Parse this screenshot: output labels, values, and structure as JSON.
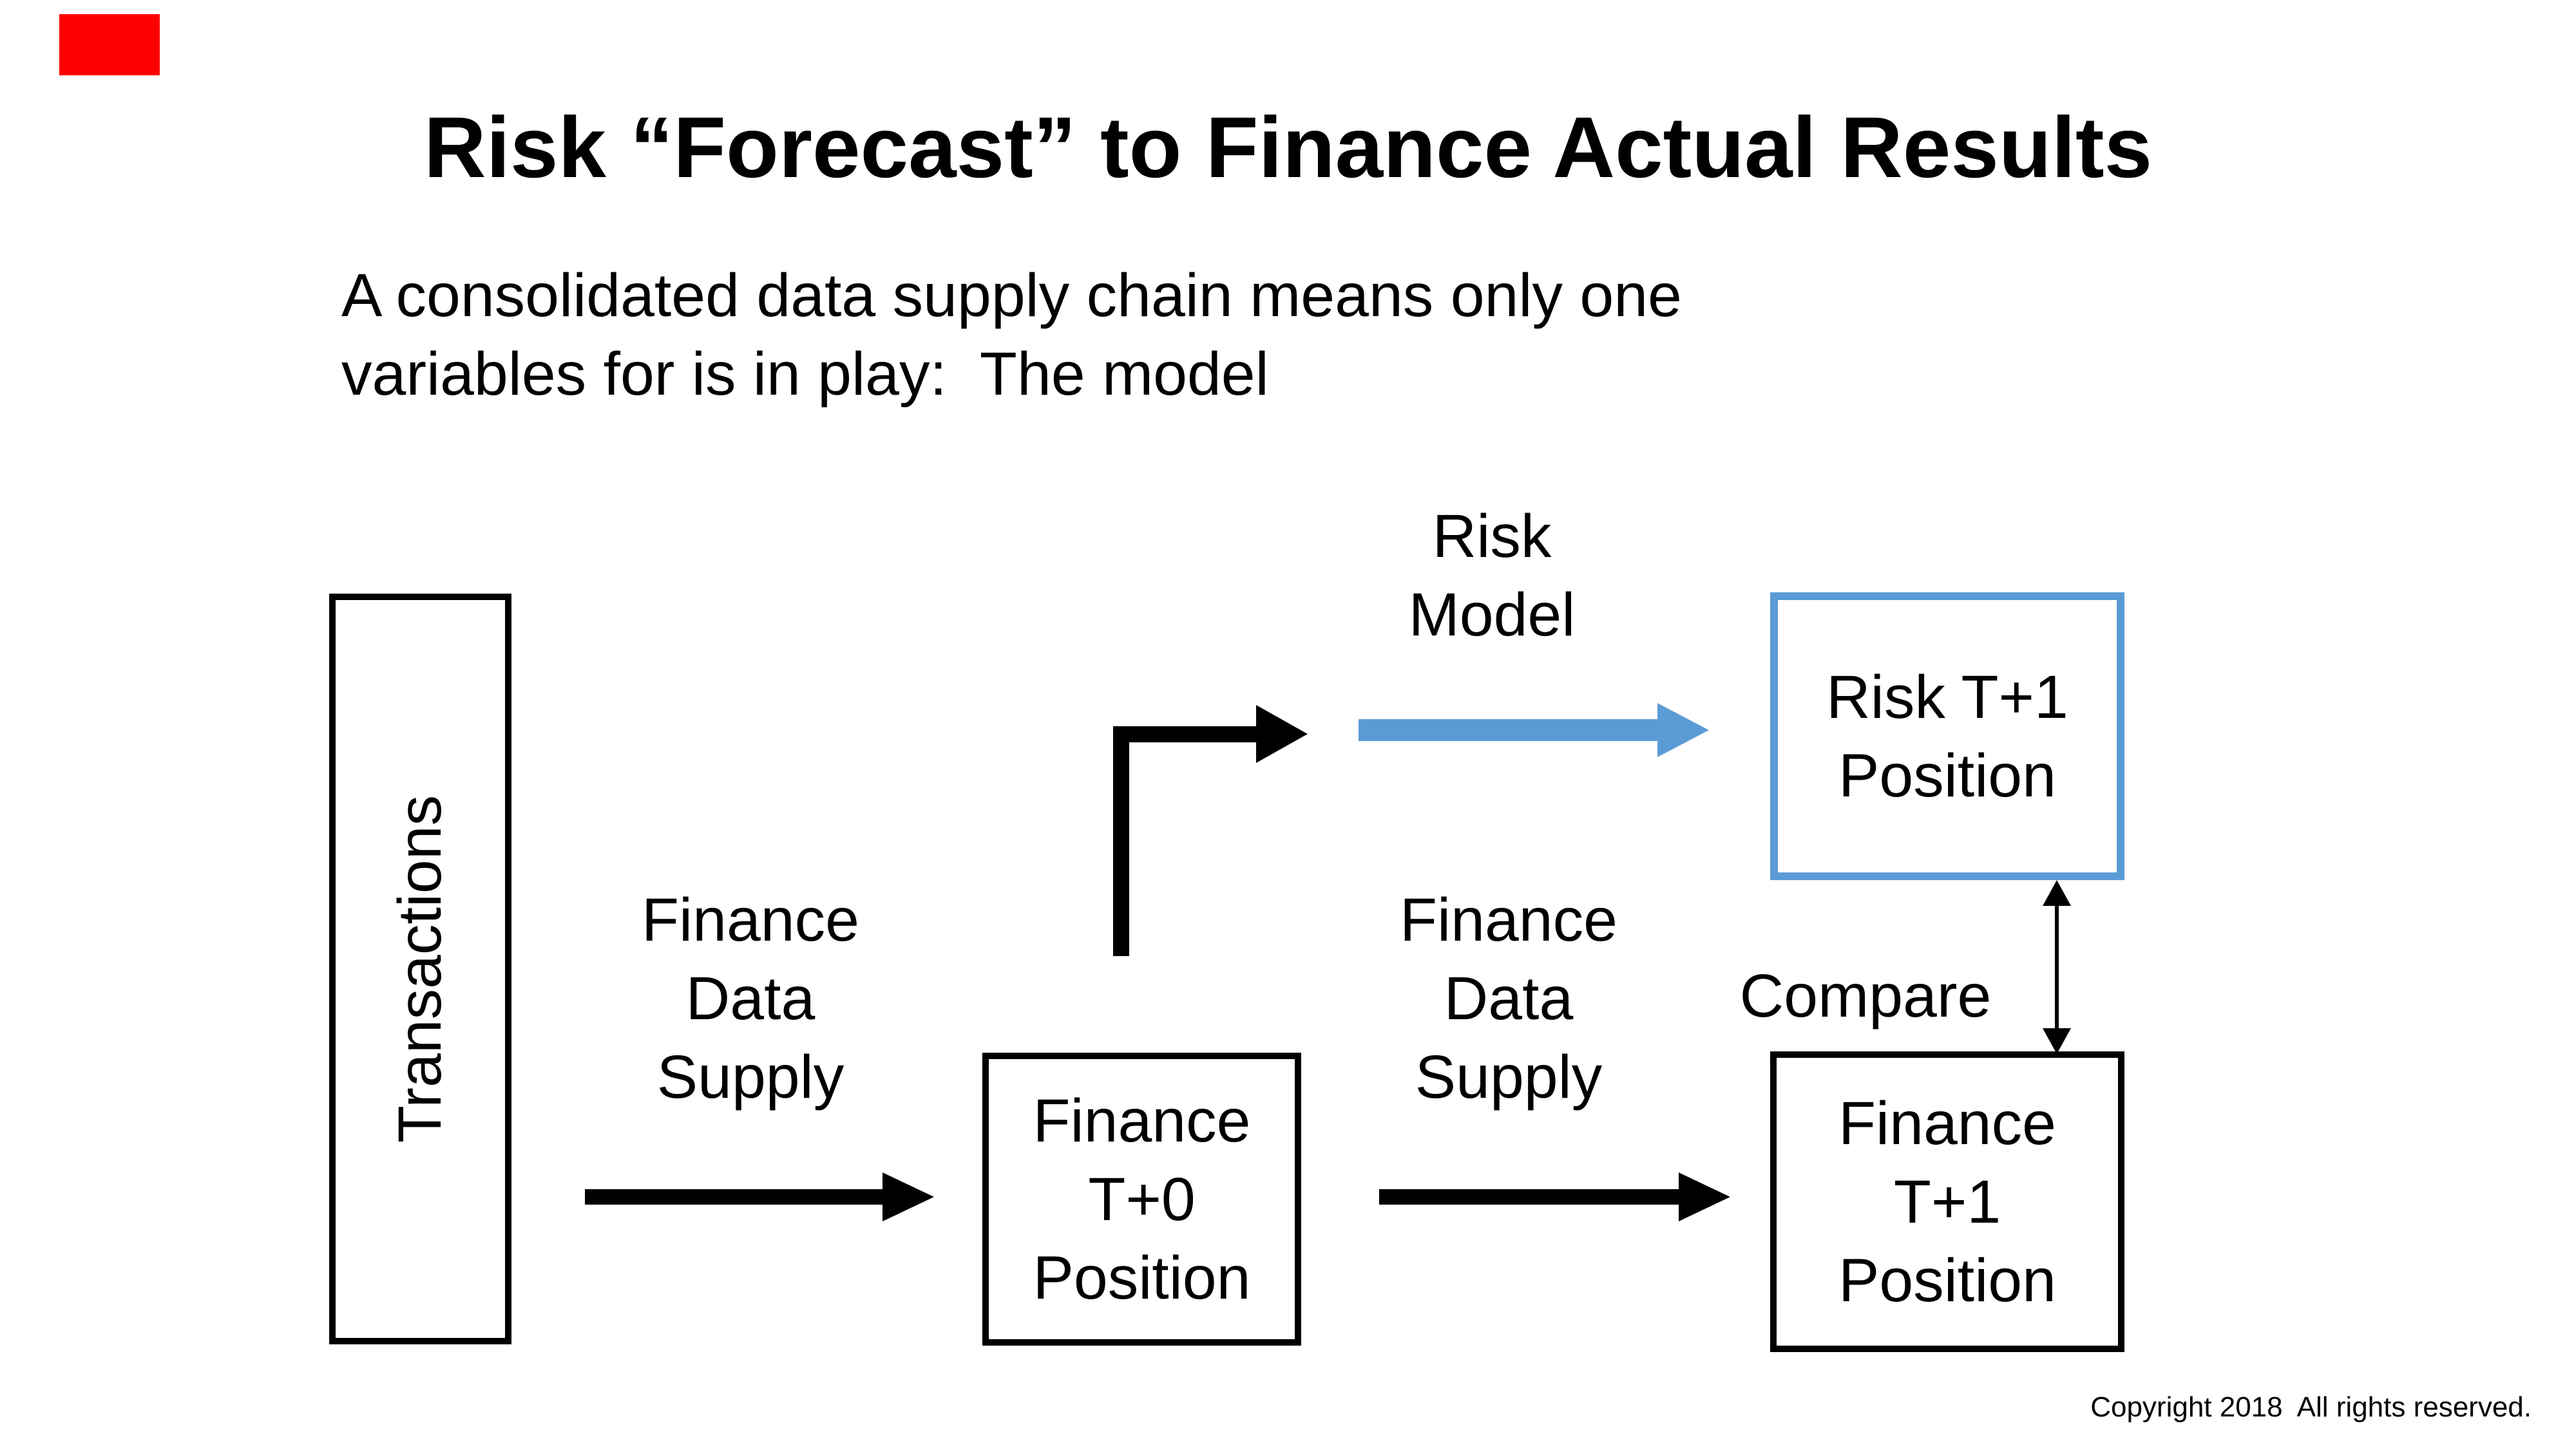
{
  "slide": {
    "title": "Risk “Forecast” to Finance Actual Results",
    "subtitle_line1": "A consolidated data supply chain means only one",
    "subtitle_line2": "variables for is in play:  The model",
    "copyright": "Copyright 2018  All rights reserved."
  },
  "colors": {
    "accent_blue": "#5B9BD5",
    "black": "#000000",
    "marker_red": "#ff0000",
    "background": "#ffffff"
  },
  "diagram": {
    "transactions_box": {
      "label": "Transactions"
    },
    "finance_t0_box": {
      "line1": "Finance",
      "line2": "T+0",
      "line3": "Position"
    },
    "risk_t1_box": {
      "line1": "Risk T+1",
      "line2": "Position"
    },
    "finance_t1_box": {
      "line1": "Finance",
      "line2": "T+1",
      "line3": "Position"
    },
    "risk_model_label": {
      "line1": "Risk",
      "line2": "Model"
    },
    "finance_data_supply_left": {
      "line1": "Finance",
      "line2": "Data",
      "line3": "Supply"
    },
    "finance_data_supply_right": {
      "line1": "Finance",
      "line2": "Data",
      "line3": "Supply"
    },
    "compare_label": "Compare"
  }
}
